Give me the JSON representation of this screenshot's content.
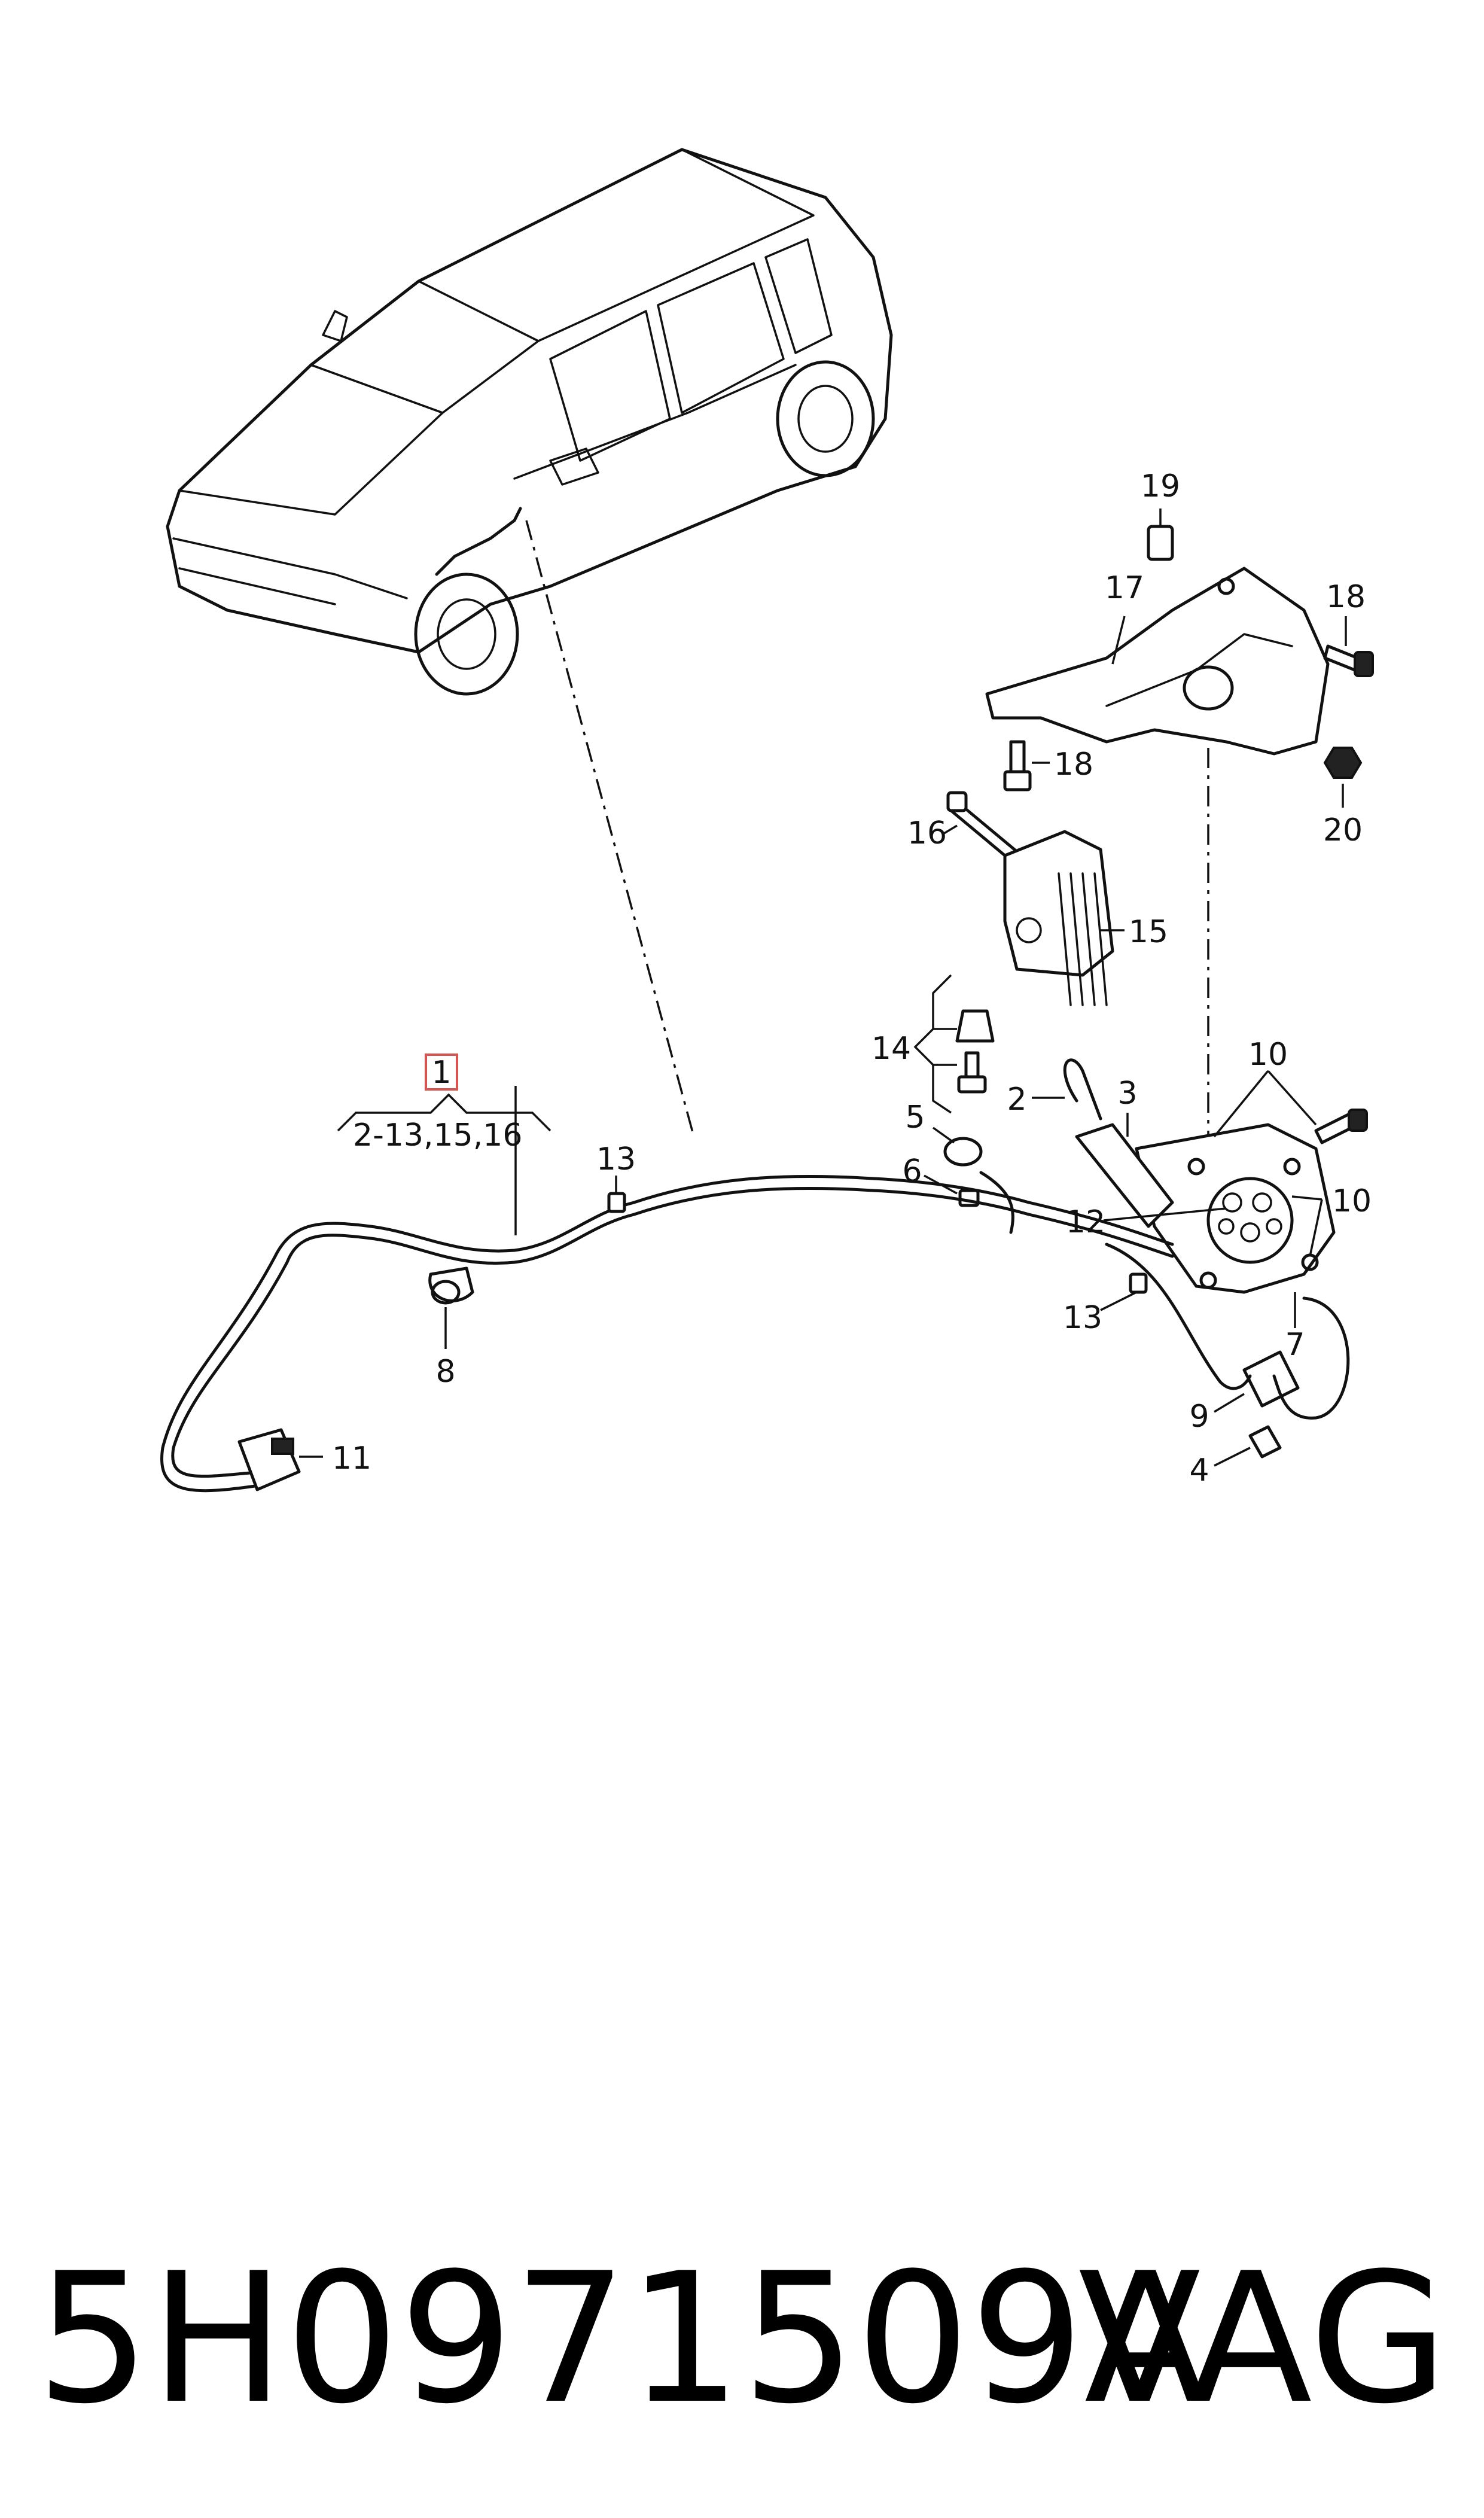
{
  "diagram": {
    "callouts": {
      "c1": "1",
      "c1_range": "2-13,15,16",
      "c2": "2",
      "c3": "3",
      "c4": "4",
      "c5": "5",
      "c6": "6",
      "c7": "7",
      "c8": "8",
      "c9": "9",
      "c10a": "10",
      "c10b": "10",
      "c11": "11",
      "c12": "12",
      "c13a": "13",
      "c13b": "13",
      "c14": "14",
      "c15": "15",
      "c16": "16",
      "c17": "17",
      "c18a": "18",
      "c18b": "18",
      "c19": "19",
      "c20": "20"
    },
    "highlight_color": "#d9534f"
  },
  "footer": {
    "part_number": "5H0971509A",
    "brand": "VAG"
  }
}
